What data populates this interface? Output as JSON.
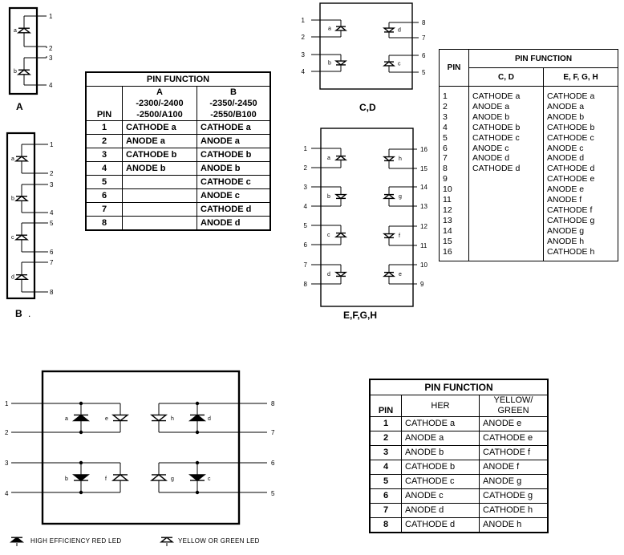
{
  "figures": {
    "a_label": "A",
    "b_label": "B",
    "b_dot": ".",
    "cd_label": "C,D",
    "efgh_label": "E,F,G,H"
  },
  "table_ab": {
    "title": "PIN FUNCTION",
    "pin_header": "PIN",
    "col_a": [
      "A",
      "-2300/-2400",
      "-2500/A100"
    ],
    "col_b": [
      "B",
      "-2350/-2450",
      "-2550/B100"
    ],
    "rows": [
      {
        "pin": "1",
        "a": "CATHODE a",
        "b": "CATHODE a"
      },
      {
        "pin": "2",
        "a": "ANODE a",
        "b": "ANODE a"
      },
      {
        "pin": "3",
        "a": "CATHODE b",
        "b": "CATHODE b"
      },
      {
        "pin": "4",
        "a": "ANODE b",
        "b": "ANODE b"
      },
      {
        "pin": "5",
        "a": "",
        "b": "CATHODE c"
      },
      {
        "pin": "6",
        "a": "",
        "b": "ANODE c"
      },
      {
        "pin": "7",
        "a": "",
        "b": "CATHODE d"
      },
      {
        "pin": "8",
        "a": "",
        "b": "ANODE d"
      }
    ]
  },
  "table_cd": {
    "title": "PIN FUNCTION",
    "pin_header": "PIN",
    "col_cd": "C, D",
    "col_efgh": "E, F, G, H",
    "pins": [
      "1",
      "2",
      "3",
      "4",
      "5",
      "6",
      "7",
      "8",
      "9",
      "10",
      "11",
      "12",
      "13",
      "14",
      "15",
      "16"
    ],
    "cd": [
      "CATHODE a",
      "ANODE a",
      "ANODE b",
      "CATHODE b",
      "CATHODE c",
      "ANODE c",
      "ANODE d",
      "CATHODE d"
    ],
    "efgh": [
      "CATHODE a",
      "ANODE a",
      "ANODE b",
      "CATHODE b",
      "CATHODE c",
      "ANODE c",
      "ANODE d",
      "CATHODE d",
      "CATHODE e",
      "ANODE e",
      "ANODE f",
      "CATHODE f",
      "CATHODE g",
      "ANODE g",
      "ANODE h",
      "CATHODE h"
    ]
  },
  "table_led": {
    "title": "PIN FUNCTION",
    "pin_header": "PIN",
    "col_her": "HER",
    "col_yg": [
      "YELLOW/",
      "GREEN"
    ],
    "rows": [
      {
        "pin": "1",
        "her": "CATHODE a",
        "yg": "ANODE e"
      },
      {
        "pin": "2",
        "her": "ANODE a",
        "yg": "CATHODE e"
      },
      {
        "pin": "3",
        "her": "ANODE b",
        "yg": "CATHODE f"
      },
      {
        "pin": "4",
        "her": "CATHODE b",
        "yg": "ANODE f"
      },
      {
        "pin": "5",
        "her": "CATHODE c",
        "yg": "ANODE g"
      },
      {
        "pin": "6",
        "her": "ANODE c",
        "yg": "CATHODE g"
      },
      {
        "pin": "7",
        "her": "ANODE d",
        "yg": "CATHODE h"
      },
      {
        "pin": "8",
        "her": "CATHODE d",
        "yg": "ANODE h"
      }
    ]
  },
  "legend": {
    "her": "HIGH EFFICIENCY RED LED",
    "yg": "YELLOW OR GREEN LED"
  },
  "diagram_labels": {
    "fig_a": {
      "pins": [
        "1",
        "2",
        "3",
        "4"
      ],
      "segments": [
        "a",
        "b"
      ]
    },
    "fig_b": {
      "pins": [
        "1",
        "2",
        "3",
        "4",
        "5",
        "6",
        "7",
        "8"
      ],
      "segments": [
        "a",
        "b",
        "c",
        "d"
      ]
    },
    "fig_cd": {
      "pins": [
        "1",
        "2",
        "3",
        "4",
        "5",
        "6",
        "7",
        "8"
      ],
      "segments": [
        "a",
        "b",
        "c",
        "d"
      ]
    },
    "fig_efgh": {
      "pins": [
        "1",
        "2",
        "3",
        "4",
        "5",
        "6",
        "7",
        "8",
        "9",
        "10",
        "11",
        "12",
        "13",
        "14",
        "15",
        "16"
      ],
      "segments": [
        "a",
        "b",
        "c",
        "d",
        "e",
        "f",
        "g",
        "h"
      ]
    },
    "fig_led": {
      "pins": [
        "1",
        "2",
        "3",
        "4",
        "5",
        "6",
        "7",
        "8"
      ],
      "segments": [
        "a",
        "b",
        "c",
        "d",
        "e",
        "f",
        "g",
        "h"
      ]
    }
  }
}
